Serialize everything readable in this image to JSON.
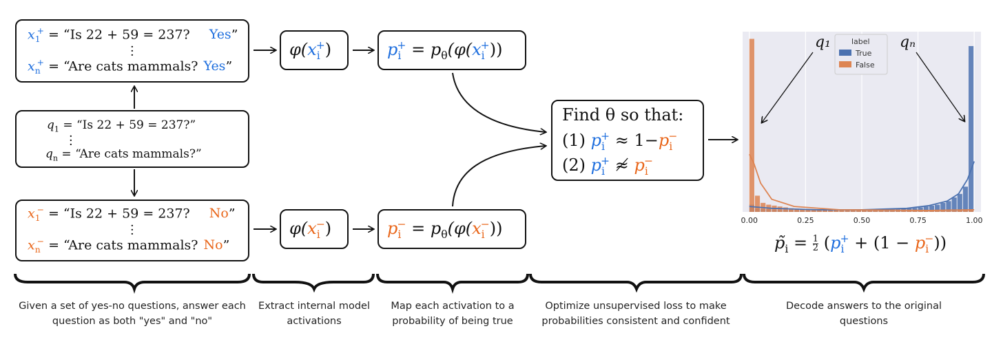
{
  "diagram": {
    "positive_box": {
      "first": {
        "var": "x",
        "sub": "1",
        "sup": "+",
        "eq": "= “Is 22 + 59 = 237?",
        "answer": "Yes",
        "close": "”"
      },
      "last": {
        "var": "x",
        "sub": "n",
        "sup": "+",
        "eq": "= “Are cats mammals?",
        "answer": "Yes",
        "close": "”"
      }
    },
    "question_box": {
      "first": {
        "var": "q",
        "sub": "1",
        "eq": "= “Is 22 + 59 = 237?”"
      },
      "last": {
        "var": "q",
        "sub": "n",
        "eq": "= “Are cats mammals?”"
      }
    },
    "negative_box": {
      "first": {
        "var": "x",
        "sub": "1",
        "sup": "−",
        "eq": "= “Is 22 + 59 = 237?",
        "answer": "No",
        "close": "”"
      },
      "last": {
        "var": "x",
        "sub": "n",
        "sup": "−",
        "eq": "= “Are cats mammals?",
        "answer": "No",
        "close": "”"
      }
    },
    "phi_pos": {
      "phi": "φ(",
      "var": "x",
      "sub": "i",
      "sup": "+",
      "close": ")"
    },
    "phi_neg": {
      "phi": "φ(",
      "var": "x",
      "sub": "i",
      "sup": "−",
      "close": ")"
    },
    "prob_pos": {
      "var": "p",
      "sub": "i",
      "sup": "+",
      "rhs": "= p",
      "theta": "θ",
      "mid": "(φ(",
      "x": "x",
      "xsub": "i",
      "xsup": "+",
      "close": "))"
    },
    "prob_neg": {
      "var": "p",
      "sub": "i",
      "sup": "−",
      "rhs": "= p",
      "theta": "θ",
      "mid": "(φ(",
      "x": "x",
      "xsub": "i",
      "xsup": "−",
      "close": "))"
    },
    "objective": {
      "title": "Find θ so that:",
      "cond1_label": "(1)",
      "cond1_rel": "≈ 1−",
      "cond2_label": "(2)",
      "cond2_rel": "≉"
    },
    "decode_formula": {
      "lhs": "p̃",
      "lhs_sub": "i",
      "eq": "=",
      "half_num": "1",
      "half_den": "2",
      "open": "(",
      "plus": "+ (1 −",
      "close": "))"
    }
  },
  "chart_data": {
    "type": "bar",
    "legend": {
      "title": "label",
      "entries": [
        "True",
        "False"
      ],
      "placement": "top-center"
    },
    "annotations": [
      {
        "text": "q₁",
        "points_to": 0.05
      },
      {
        "text": "qₙ",
        "points_to": 0.975
      }
    ],
    "x_ticks": [
      "0.00",
      "0.25",
      "0.50",
      "0.75",
      "1.00"
    ],
    "xlim": [
      -0.03,
      1.03
    ],
    "ylim": [
      0,
      1
    ],
    "bin_width": 0.025,
    "colors": {
      "True": "#4c72b0",
      "False": "#dd8452",
      "background": "#eaeaf2"
    },
    "series": [
      {
        "name": "True",
        "values": [
          0.04,
          0.02,
          0.015,
          0.015,
          0.012,
          0.01,
          0.01,
          0.01,
          0.01,
          0.01,
          0.01,
          0.01,
          0.01,
          0.01,
          0.012,
          0.015,
          0.015,
          0.015,
          0.015,
          0.015,
          0.015,
          0.015,
          0.015,
          0.015,
          0.015,
          0.015,
          0.015,
          0.018,
          0.02,
          0.022,
          0.025,
          0.03,
          0.035,
          0.04,
          0.05,
          0.06,
          0.08,
          0.1,
          0.14,
          0.92
        ]
      },
      {
        "name": "False",
        "values": [
          0.96,
          0.09,
          0.05,
          0.04,
          0.035,
          0.03,
          0.025,
          0.02,
          0.018,
          0.015,
          0.012,
          0.01,
          0.01,
          0.008,
          0.008,
          0.008,
          0.008,
          0.007,
          0.007,
          0.007,
          0.007,
          0.007,
          0.007,
          0.007,
          0.006,
          0.006,
          0.006,
          0.006,
          0.006,
          0.006,
          0.006,
          0.006,
          0.006,
          0.006,
          0.006,
          0.006,
          0.006,
          0.008,
          0.01,
          0.01
        ]
      }
    ],
    "kde": {
      "True": [
        [
          0.0,
          0.03
        ],
        [
          0.1,
          0.02
        ],
        [
          0.3,
          0.012
        ],
        [
          0.5,
          0.012
        ],
        [
          0.7,
          0.02
        ],
        [
          0.8,
          0.035
        ],
        [
          0.88,
          0.06
        ],
        [
          0.93,
          0.1
        ],
        [
          0.97,
          0.18
        ],
        [
          1.0,
          0.28
        ]
      ],
      "False": [
        [
          0.0,
          0.32
        ],
        [
          0.02,
          0.27
        ],
        [
          0.05,
          0.16
        ],
        [
          0.1,
          0.07
        ],
        [
          0.2,
          0.03
        ],
        [
          0.4,
          0.012
        ],
        [
          0.6,
          0.01
        ],
        [
          0.8,
          0.008
        ],
        [
          1.0,
          0.012
        ]
      ]
    }
  },
  "captions": [
    "Given a set of yes-no questions, answer each question as both \"yes\" and \"no\"",
    "Extract internal model activations",
    "Map each activation to a probability of being true",
    "Optimize unsupervised loss to make probabilities consistent and confident",
    "Decode answers to the original questions"
  ]
}
